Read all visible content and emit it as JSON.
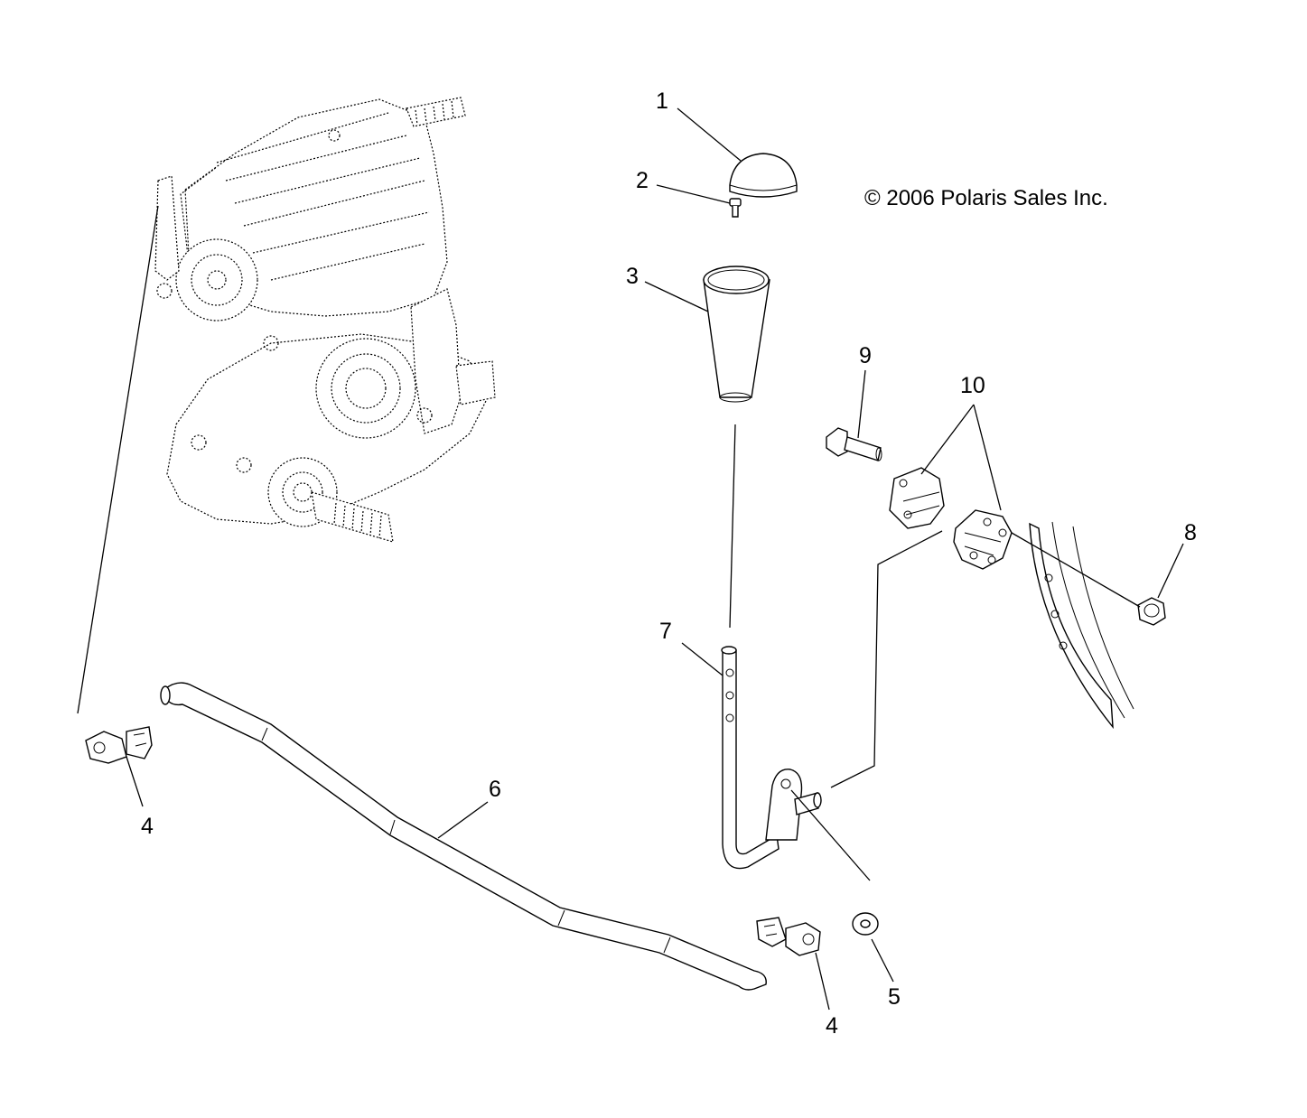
{
  "copyright": "© 2006 Polaris Sales Inc.",
  "callouts": [
    {
      "id": "callout-1",
      "label": "1"
    },
    {
      "id": "callout-2",
      "label": "2"
    },
    {
      "id": "callout-3",
      "label": "3"
    },
    {
      "id": "callout-4a",
      "label": "4"
    },
    {
      "id": "callout-4b",
      "label": "4"
    },
    {
      "id": "callout-5",
      "label": "5"
    },
    {
      "id": "callout-6",
      "label": "6"
    },
    {
      "id": "callout-7",
      "label": "7"
    },
    {
      "id": "callout-8",
      "label": "8"
    },
    {
      "id": "callout-9",
      "label": "9"
    },
    {
      "id": "callout-10",
      "label": "10"
    }
  ]
}
